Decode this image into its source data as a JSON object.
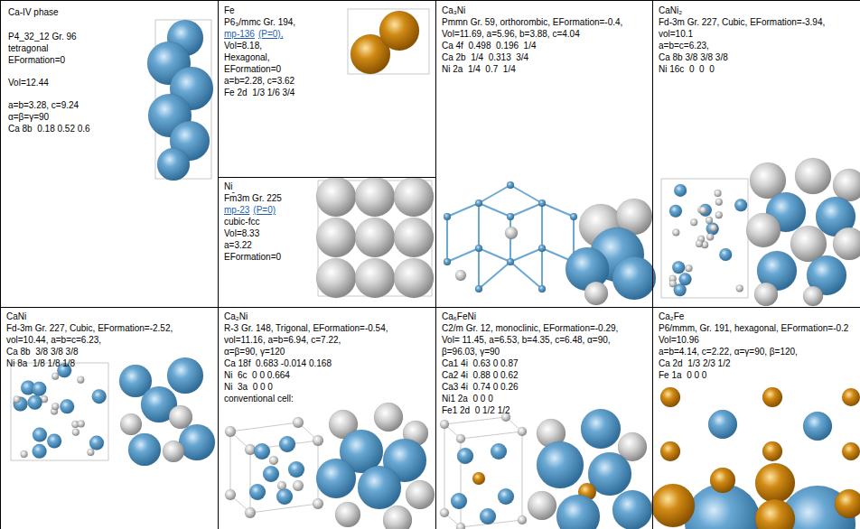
{
  "diagram": {
    "nodes": [
      {
        "text": [
          "Ca-IV phase",
          "P4_32_12 Gr. 96",
          "tetragonal",
          "EFormation=0",
          "Vol=12.44",
          "a=b=3.28, c=9.24",
          "α=β=γ=90",
          "Ca 8b  0.18 0.52 0.6"
        ]
      },
      {
        "text": [
          "Fe",
          "P6₃/mmc Gr. 194,",
          "mp-136",
          "(P=0),",
          "Vol=8.18,",
          "Hexagonal,",
          "EFormation=0",
          "a=b=2.28, c=3.62",
          "Fe 2d  1/3 1/6 3/4"
        ]
      },
      {
        "text": [
          "Ni",
          "Fm̄3m Gr. 225",
          "mp-23",
          "(P=0)",
          "cubic-fcc",
          "Vol=8.33",
          "a=3.22",
          "EFormation=0"
        ]
      },
      {
        "text": [
          "Ca₃Ni",
          "Pmmn Gr. 59, orthorombic, EFormation=-0.4,",
          "Vol=11.69, a=5.96, b=3.88, c=4.04",
          "Ca 4f  0.498  0.196  1/4",
          "Ca 2b  1/4  0.313  3/4",
          "Ni 2a  1/4  0.7  1/4"
        ]
      },
      {
        "text": [
          "CaNi₂",
          "Fd-3m Gr. 227, Cubic, EFormation=-3.94,",
          "vol=10.1",
          "a=b=c=6.23,",
          "Ca 8b 3/8 3/8 3/8",
          "Ni 16c  0  0  0"
        ]
      },
      {
        "text": [
          "CaNi",
          "Fd-3m Gr. 227, Cubic, EFormation=-2.52,",
          "vol=10.44, a=b=c=6.23,",
          "Ca 8b  3/8 3/8 3/8",
          "Ni 8a  1/8 1/8 1/8"
        ]
      },
      {
        "text": [
          "Ca₂Ni",
          "R-3 Gr. 148, Trigonal, EFormation=-0.54,",
          "vol=11.16, a=b=6.94, c=7.22,",
          "α=β=90, γ=120",
          "Ca 18f  0.683 -0.014 0.168",
          "Ni  6c  0 0 0.664",
          "Ni  3a  0 0 0",
          "conventional cell:"
        ]
      },
      {
        "text": [
          "Ca₆FeNi",
          "C2/m Gr. 12, monoclinic, EFormation=-0.29,",
          "Vol= 11.45, a=6.53, b=4.35, c=6.48, α=90,",
          "β=96.03, γ=90",
          "Ca1 4i  0.63 0 0.87",
          "Ca2 4i  0.88 0 0.62",
          "Ca3 4i  0.74 0 0.26",
          "Ni1 2a  0 0 0",
          "Fe1 2d  0 1/2 1/2"
        ]
      },
      {
        "text": [
          "Ca₂Fe",
          "P6/mmm, Gr. 191, hexagonal, EFormation=-0.2",
          "Vol=10.96",
          "a=b=4.14, c=2.22, α=γ=90, β=120,",
          "Ca 2d  1/3 2/3 1/2",
          "Fe 1a  0 0 0"
        ]
      }
    ]
  }
}
